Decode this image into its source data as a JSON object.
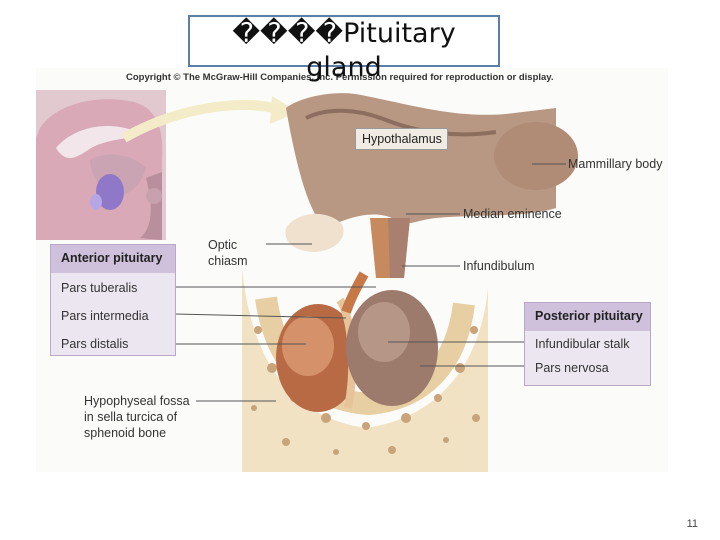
{
  "title": {
    "line1": "����Pituitary",
    "line2": "gland"
  },
  "copyright": "Copyright © The McGraw-Hill Companies, Inc. Permission required for reproduction or display.",
  "labels": {
    "hypothalamus": "Hypothalamus",
    "mammillary_body": "Mammillary body",
    "median_eminence": "Median eminence",
    "optic_line1": "Optic",
    "optic_line2": "chiasm",
    "infundibulum": "Infundibulum",
    "fossa_line1": "Hypophyseal fossa",
    "fossa_line2": "in sella turcica of",
    "fossa_line3": "sphenoid bone"
  },
  "anterior": {
    "title": "Anterior pituitary",
    "items": [
      "Pars tuberalis",
      "Pars intermedia",
      "Pars distalis"
    ]
  },
  "posterior": {
    "title": "Posterior pituitary",
    "items": [
      "Infundibular stalk",
      "Pars nervosa"
    ]
  },
  "page_number": "11"
}
